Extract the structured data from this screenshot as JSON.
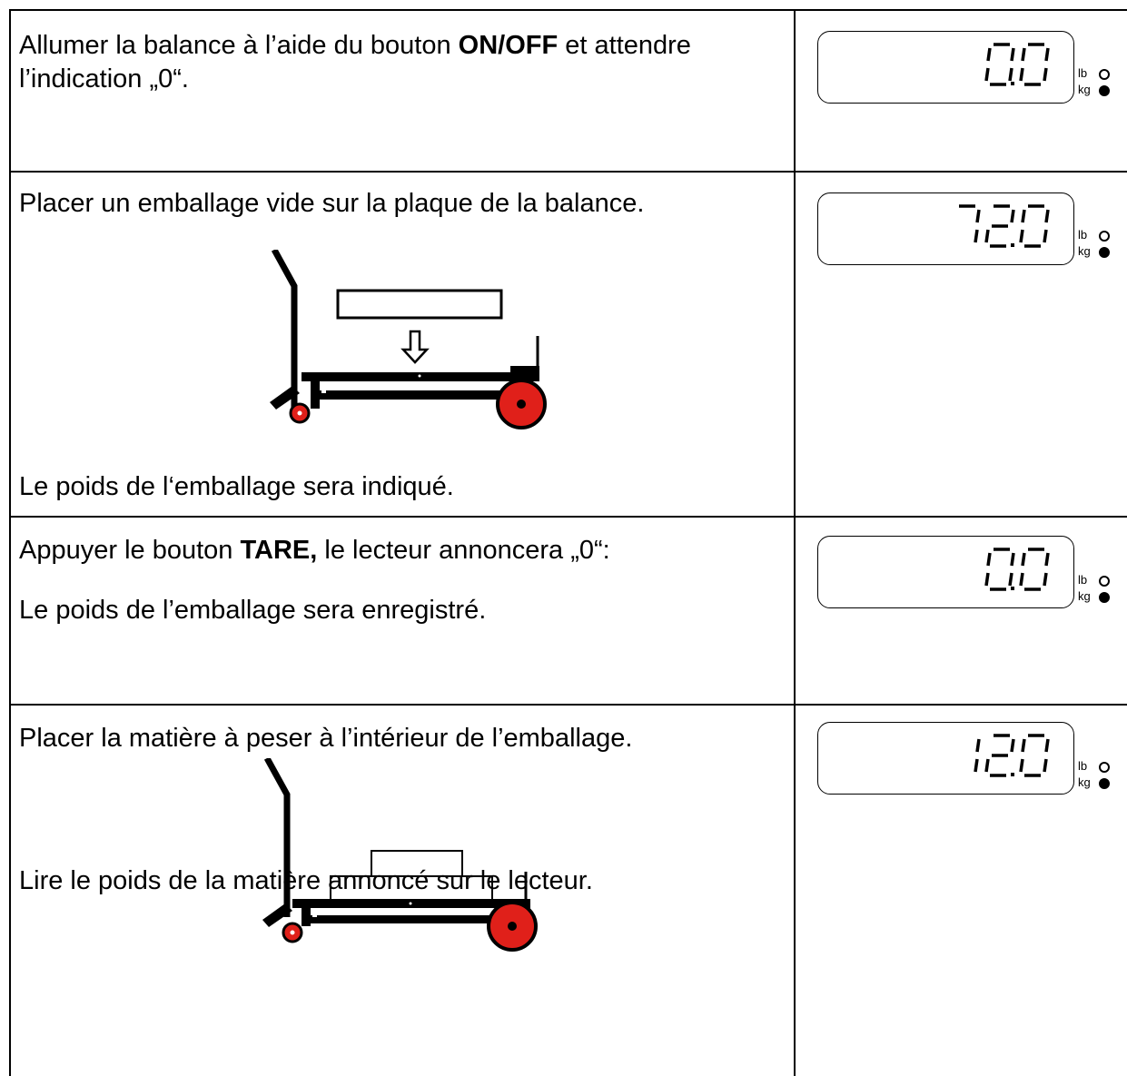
{
  "steps": [
    {
      "line1_pre": "Allumer la balance à l’aide du bouton ",
      "line1_bold": "ON/OFF",
      "line1_post": " et attendre",
      "line2": "l’indication „0“.",
      "display": "0.0"
    },
    {
      "line1": "Placer un emballage vide sur la plaque de la balance.",
      "line_bottom": "Le poids de l‘emballage sera indiqué.",
      "display": "72.0"
    },
    {
      "line1_pre": "Appuyer le bouton ",
      "line1_bold": "TARE,",
      "line1_post": " le lecteur annoncera „0“:",
      "line2": "Le poids de l’emballage sera enregistré.",
      "display": "0.0"
    },
    {
      "line1": "Placer la matière à peser à l’intérieur de l’emballage.",
      "line_bottom": "Lire le poids de la matière annoncé sur le lecteur.",
      "display": "12.0"
    }
  ],
  "units": {
    "lb": "lb",
    "kg": "kg",
    "active": "kg"
  },
  "colors": {
    "wheel": "#e0201a",
    "frame": "#000000"
  }
}
